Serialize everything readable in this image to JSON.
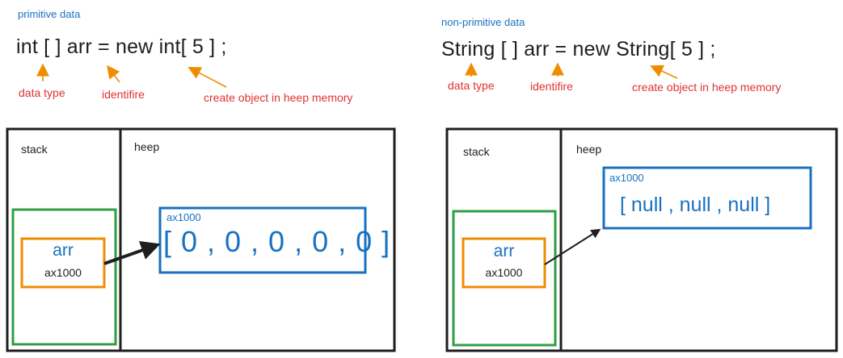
{
  "left": {
    "heading": "primitive data",
    "code": "int [ ]   arr  =  new int[ 5 ] ;",
    "labels": {
      "data_type": "data type",
      "identifier": "identifire",
      "create": "create object in heep memory"
    },
    "stack_label": "stack",
    "heap_label": "heep",
    "variable": {
      "name": "arr",
      "address": "ax1000"
    },
    "array": {
      "address": "ax1000",
      "values": "[ 0 , 0 , 0 , 0 , 0 ]"
    }
  },
  "right": {
    "heading": "non-primitive data",
    "code": "String [ ]   arr  =  new String[ 5 ] ;",
    "labels": {
      "data_type": "data type",
      "identifier": "identifire",
      "create": "create object in heep memory"
    },
    "stack_label": "stack",
    "heap_label": "heep",
    "variable": {
      "name": "arr",
      "address": "ax1000"
    },
    "array": {
      "address": "ax1000",
      "values": "[ null , null , null ]"
    }
  },
  "colors": {
    "heading": "#1971c2",
    "label": "#e03131",
    "arrow_orange": "#f08c00",
    "box_outline": "#1e1e1e",
    "stack_green": "#2f9e44",
    "variable_orange": "#f08c00",
    "heap_blue": "#1971c2"
  }
}
